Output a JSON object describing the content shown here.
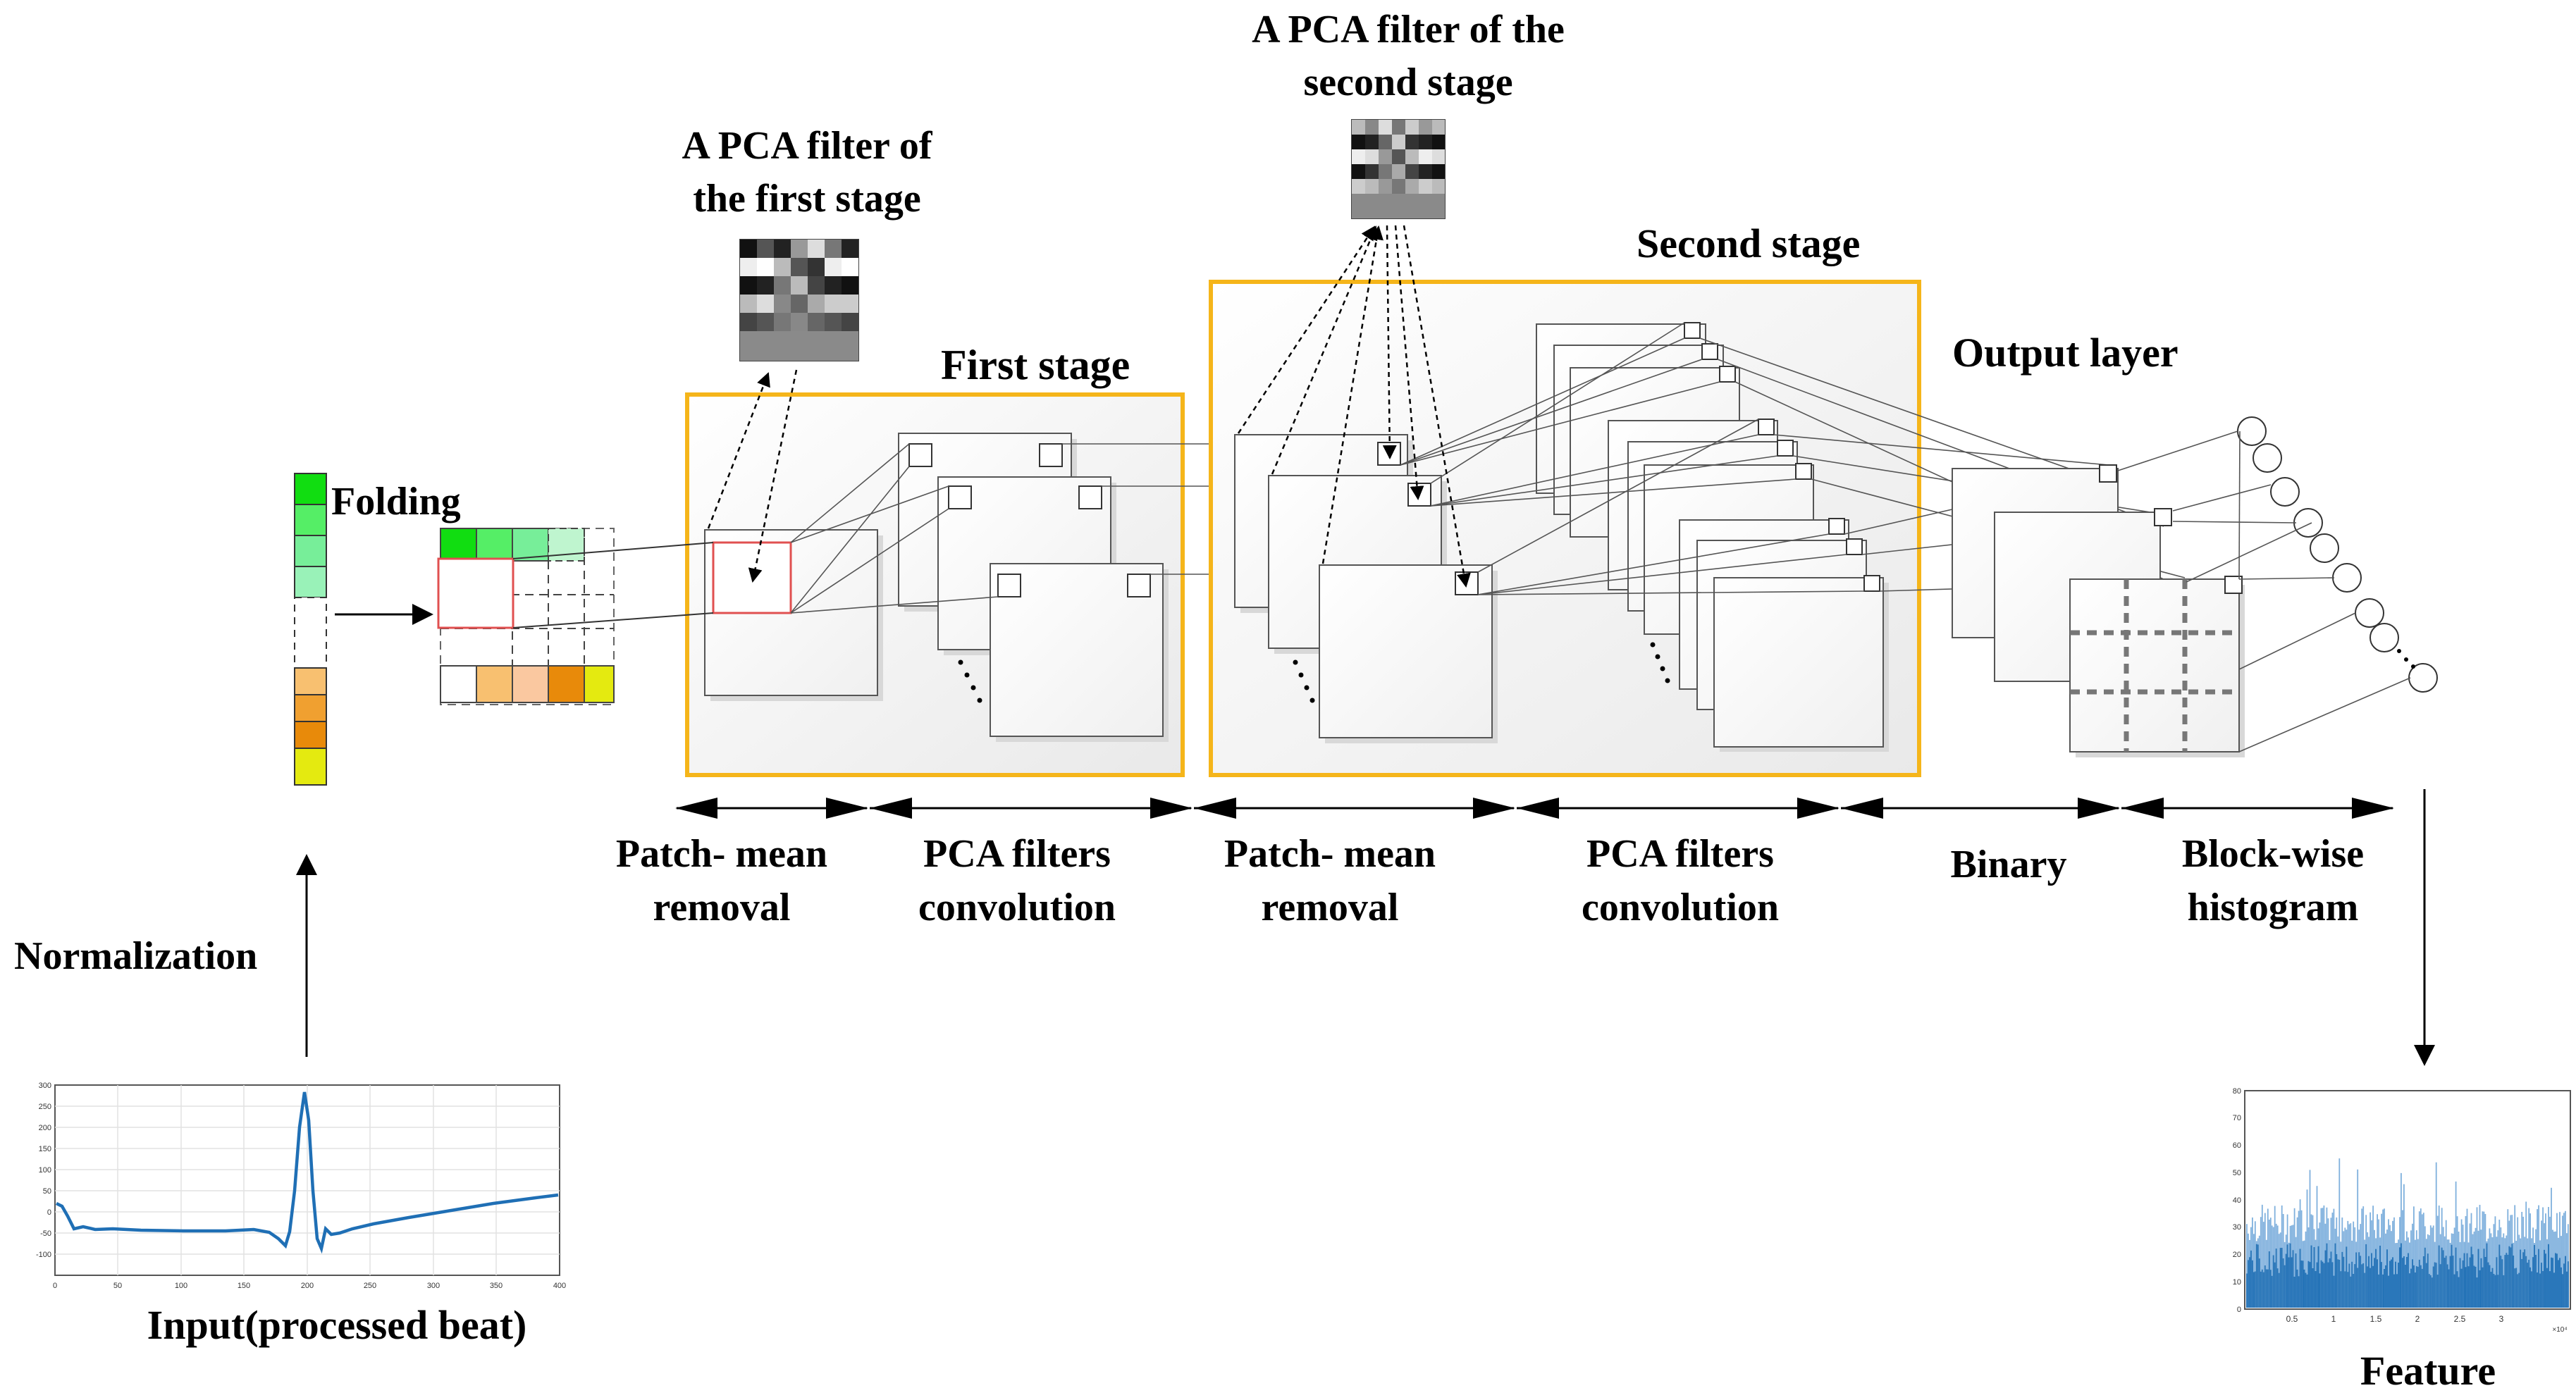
{
  "labels": {
    "filter_first_line1": "A PCA filter of",
    "filter_first_line2": "the first stage",
    "filter_second_line1": "A PCA filter of the",
    "filter_second_line2": "second stage",
    "first_stage": "First stage",
    "second_stage": "Second stage",
    "output_layer": "Output layer",
    "folding": "Folding",
    "normalization": "Normalization",
    "input": "Input(processed beat)",
    "feature": "Feature"
  },
  "steps": [
    {
      "line1": "Patch- mean",
      "line2": "removal"
    },
    {
      "line1": "PCA filters",
      "line2": "convolution"
    },
    {
      "line1": "Patch- mean",
      "line2": "removal"
    },
    {
      "line1": "PCA filters",
      "line2": "convolution"
    },
    {
      "line1": "Binary",
      "line2": ""
    },
    {
      "line1": "Block-wise",
      "line2": "histogram"
    }
  ],
  "input_plot": {
    "yticks": [
      "300",
      "250",
      "200",
      "150",
      "100",
      "50",
      "0",
      "-50",
      "-100"
    ],
    "xticks": [
      "0",
      "50",
      "100",
      "150",
      "200",
      "250",
      "300",
      "350",
      "400"
    ]
  },
  "feature_plot": {
    "yticks": [
      "80",
      "70",
      "60",
      "50",
      "40",
      "30",
      "20",
      "10",
      "0"
    ],
    "xticks": [
      "0.5",
      "1",
      "1.5",
      "2",
      "2.5",
      "3"
    ],
    "x_multiplier": "×10⁴"
  },
  "colors": {
    "stage_border": "#F5B51A",
    "signal": "#1F6FB5",
    "histogram": "#1F6FB5",
    "fold_green": [
      "#11DD11",
      "#55EE66",
      "#77EE99",
      "#99F2B8"
    ],
    "fold_orange": [
      "#F8C070",
      "#F0A030",
      "#E88A0A",
      "#E4EA10"
    ]
  }
}
